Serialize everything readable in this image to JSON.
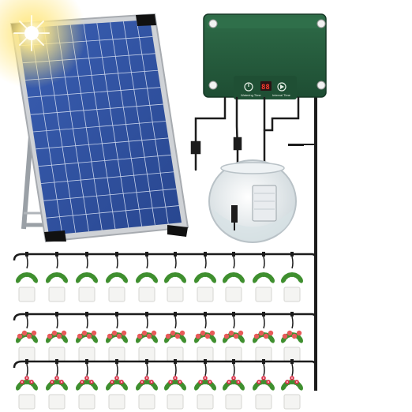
{
  "controller": {
    "watering_time_label": "Watering Time",
    "digits": "88",
    "interval_time_label": "Interval Time"
  },
  "colors": {
    "solar_frame": "#c9ccd1",
    "solar_cell": "#2f4f9b",
    "controller_body": "#245c3c",
    "tube": "#1c1c1c",
    "leaf": "#3f8f2f",
    "flower": "#e85a5a",
    "pot": "#f4f4f2"
  },
  "icons": [
    "sun-glare-icon",
    "power-button-icon",
    "timer-digits-display",
    "drip-emitter-icon"
  ]
}
